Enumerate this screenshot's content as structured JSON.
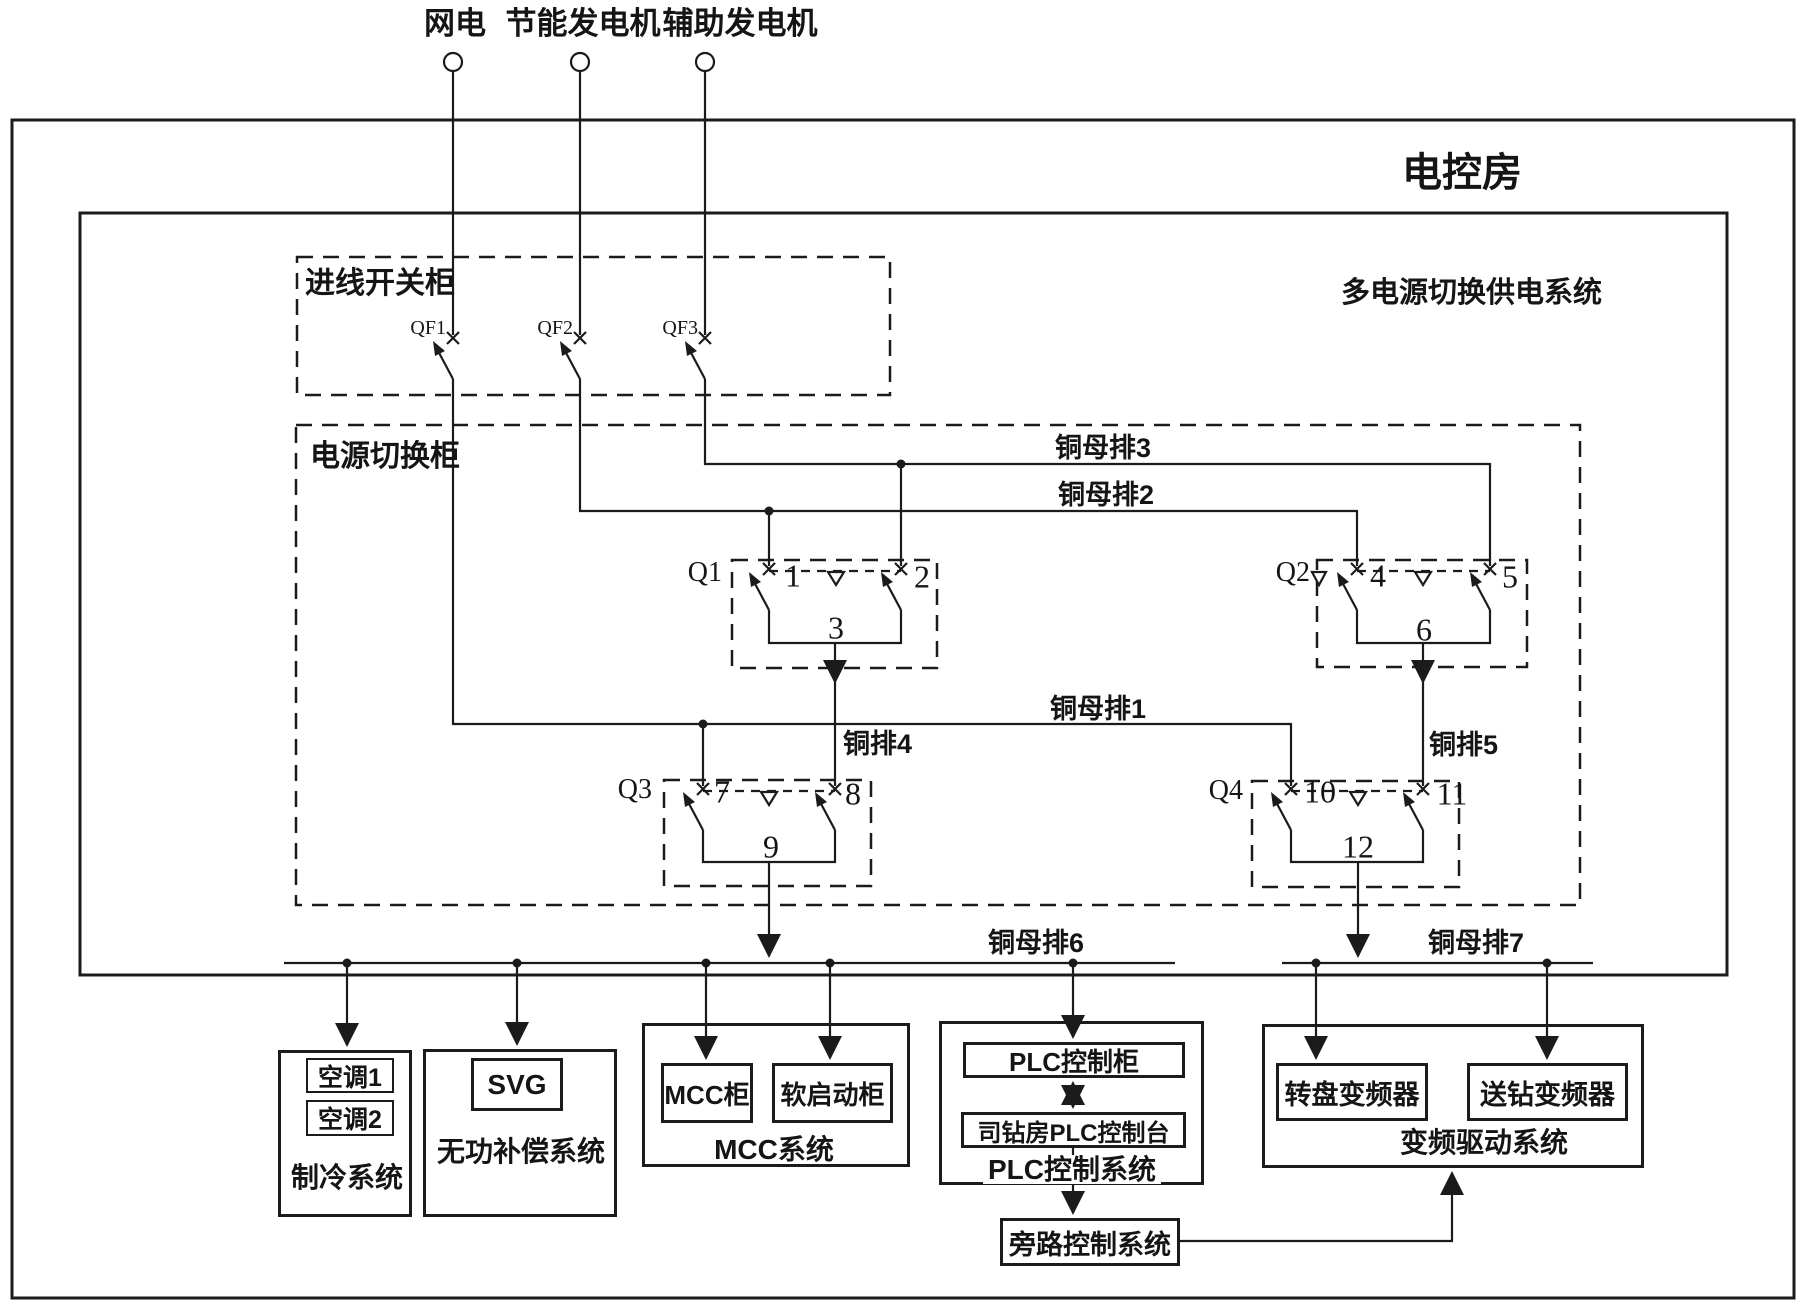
{
  "titles": {
    "room": "电控房",
    "system": "多电源切换供电系统"
  },
  "sources": [
    {
      "label": "网电"
    },
    {
      "label": "节能发电机"
    },
    {
      "label": "辅助发电机"
    }
  ],
  "incoming_breakers": [
    {
      "label": "QF1"
    },
    {
      "label": "QF2"
    },
    {
      "label": "QF3"
    }
  ],
  "cabinets": {
    "incoming": "进线开关柜",
    "transfer": "电源切换柜"
  },
  "switches": [
    {
      "name": "Q1",
      "left_contact": "1",
      "right_contact": "2",
      "out": "3"
    },
    {
      "name": "Q2",
      "left_contact": "4",
      "right_contact": "5",
      "out": "6"
    },
    {
      "name": "Q3",
      "left_contact": "7",
      "right_contact": "8",
      "out": "9"
    },
    {
      "name": "Q4",
      "left_contact": "10",
      "right_contact": "11",
      "out": "12"
    }
  ],
  "busbars": {
    "bus1": "铜母排1",
    "bus2": "铜母排2",
    "bus3": "铜母排3",
    "bar4": "铜排4",
    "bar5": "铜排5",
    "bus6": "铜母排6",
    "bus7": "铜母排7"
  },
  "subsystems": {
    "cooling": {
      "title": "制冷系统",
      "item1": "空调1",
      "item2": "空调2"
    },
    "reactive": {
      "title": "无功补偿系统",
      "item1": "SVG"
    },
    "mcc": {
      "title": "MCC系统",
      "item1": "MCC柜",
      "item2": "软启动柜"
    },
    "plc": {
      "title": "PLC控制系统",
      "item1": "PLC控制柜",
      "item2": "司钻房PLC控制台"
    },
    "bypass": {
      "title": "旁路控制系统"
    },
    "vfd": {
      "title": "变频驱动系统",
      "item1": "转盘变频器",
      "item2": "送钻变频器"
    }
  }
}
